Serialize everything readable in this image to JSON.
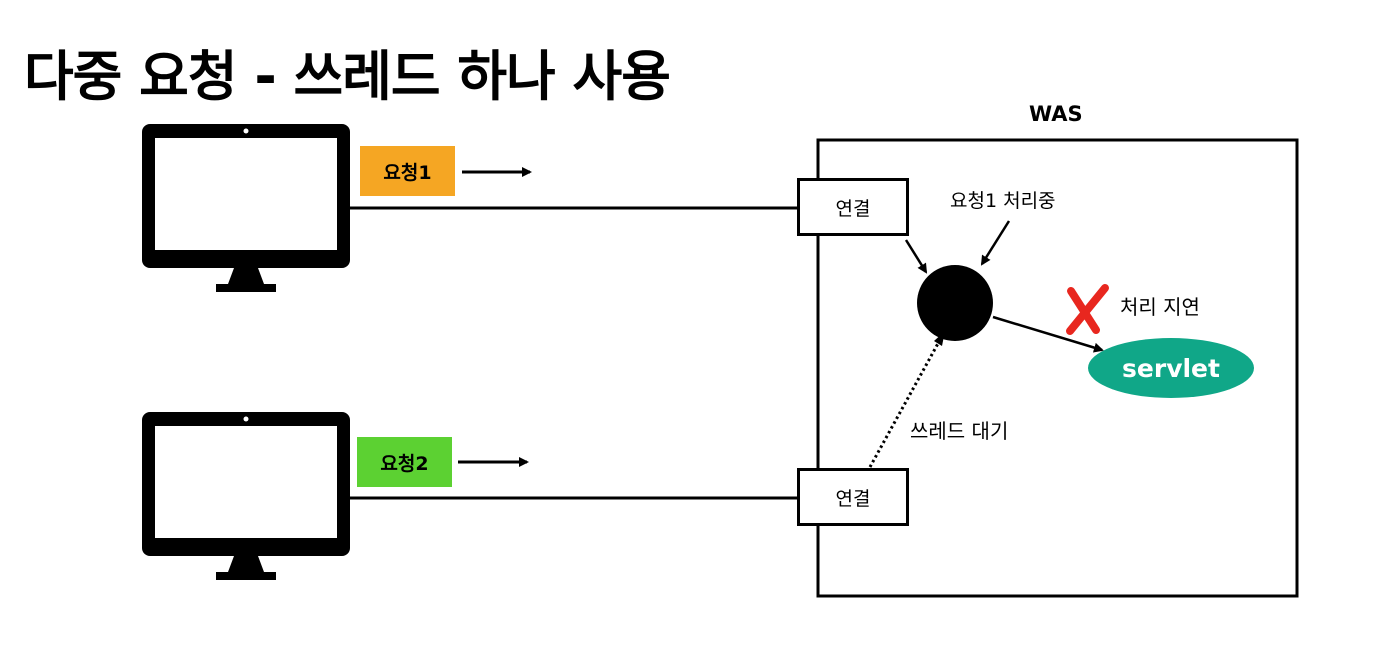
{
  "title": "다중 요청 - 쓰레드 하나 사용",
  "was": {
    "label": "WAS"
  },
  "requests": [
    {
      "label": "요청1",
      "color": "#F5A623"
    },
    {
      "label": "요청2",
      "color": "#5CD132"
    }
  ],
  "connections": [
    {
      "label": "연결"
    },
    {
      "label": "연결"
    }
  ],
  "thread": {
    "processing_label": "요청1 처리중",
    "wait_label": "쓰레드 대기"
  },
  "delay": {
    "label": "처리 지연",
    "mark": "x-mark-icon",
    "color": "#E8271F"
  },
  "servlet": {
    "label": "servlet",
    "color": "#10A788"
  },
  "icons": {
    "client": "monitor-icon"
  }
}
